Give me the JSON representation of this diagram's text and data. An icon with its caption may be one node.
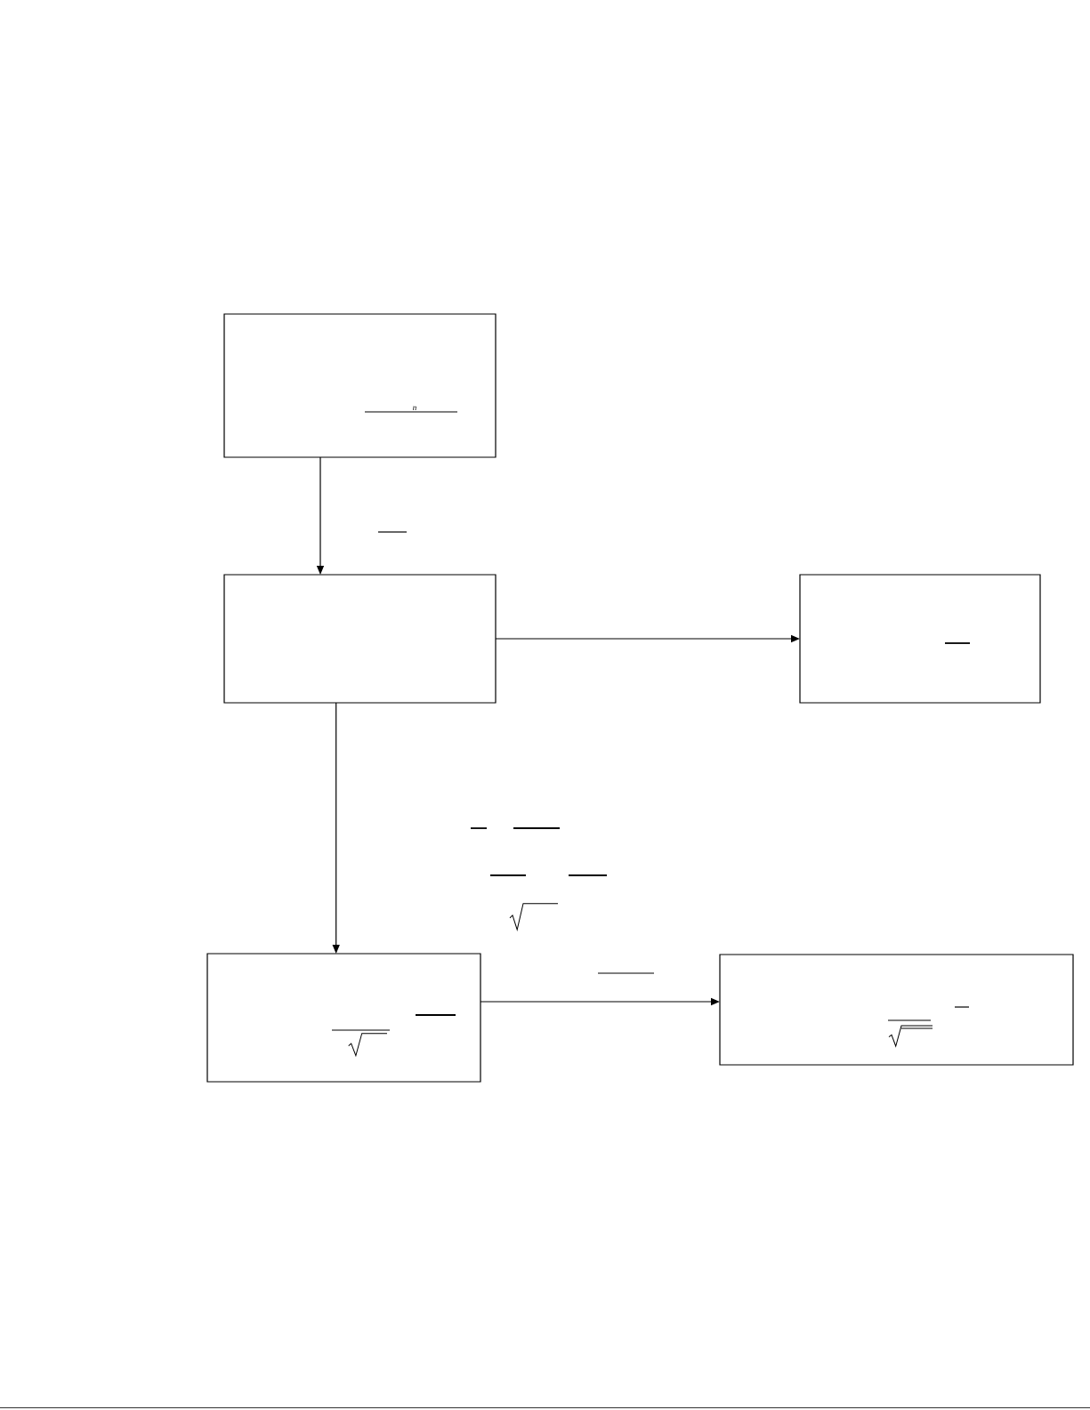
{
  "diagram": {
    "nodes": [
      {
        "text": [
          "n"
        ]
      },
      {
        "text": [],
        "shape": "box"
      },
      {
        "text": [],
        "shape": "box"
      },
      {
        "text": [],
        "shape": "box"
      },
      {
        "text": [],
        "shape": "box"
      }
    ],
    "edges": [
      {
        "from": 0,
        "to": 1,
        "arrow": "to"
      },
      {
        "from": 1,
        "to": 2,
        "arrow": "to"
      },
      {
        "from": 1,
        "to": 3,
        "arrow": "to"
      },
      {
        "from": 3,
        "to": 4,
        "arrow": "to"
      }
    ]
  }
}
